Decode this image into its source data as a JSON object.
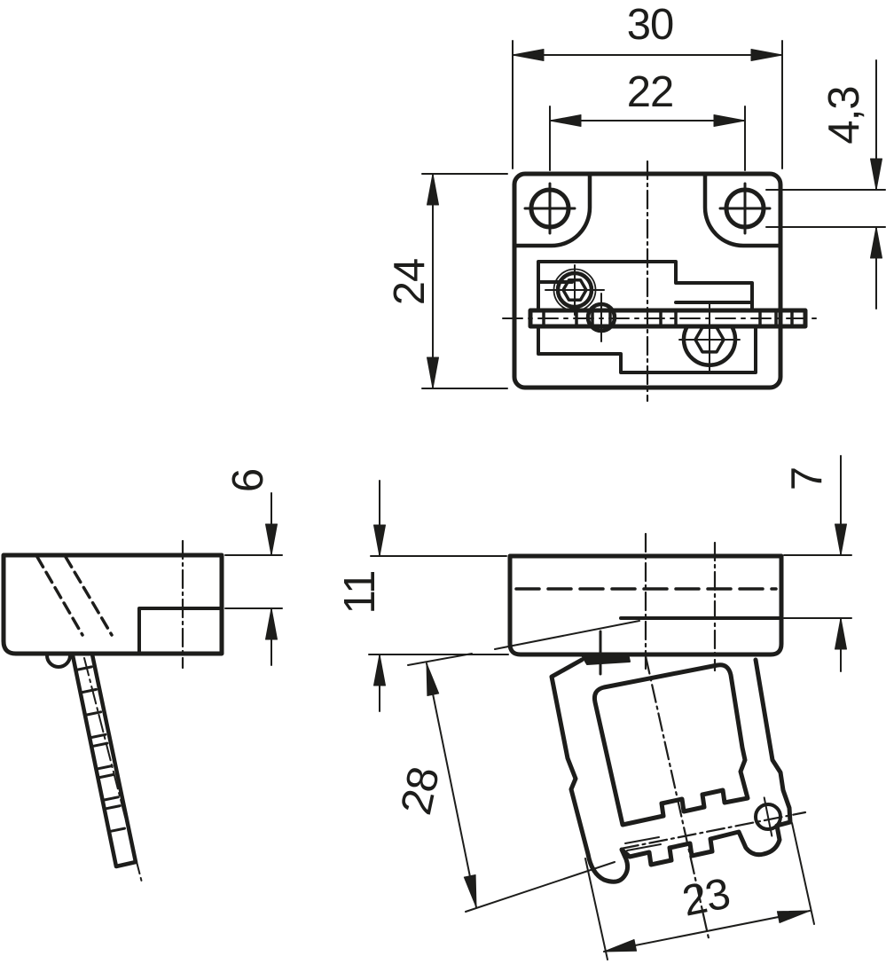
{
  "document": {
    "type": "technical-drawing",
    "description": "Dimensioned multi-view engineering drawing of a limit-switch body with roller lever",
    "units": "mm"
  },
  "colors": {
    "line": "#1d1d1b",
    "background": "#ffffff"
  },
  "views": {
    "top": {
      "name": "top-view"
    },
    "side": {
      "name": "side-view-with-rod"
    },
    "front": {
      "name": "front-view-with-roller-lever"
    }
  },
  "dimensions": {
    "width_outer": {
      "label": "30",
      "meaning": "overall body width"
    },
    "hole_spacing": {
      "label": "22",
      "meaning": "mounting hole spacing"
    },
    "hole_diameter": {
      "label": "4,3",
      "meaning": "mounting hole diameter"
    },
    "depth": {
      "label": "24",
      "meaning": "body depth"
    },
    "step_side": {
      "label": "6",
      "meaning": "step height side view"
    },
    "body_height": {
      "label": "11",
      "meaning": "body height"
    },
    "step_front": {
      "label": "7",
      "meaning": "step height front view"
    },
    "lever_length": {
      "label": "28",
      "meaning": "lever length"
    },
    "lever_width": {
      "label": "23",
      "meaning": "lever width across roller"
    }
  }
}
